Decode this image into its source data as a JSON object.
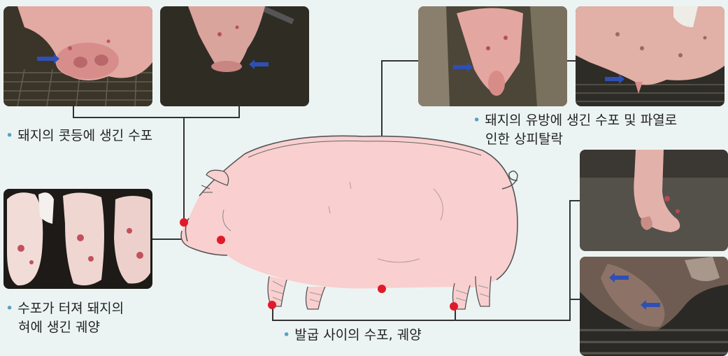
{
  "colors": {
    "background": "#ecf4f3",
    "bullet": "#57a1c8",
    "marker": "#e01a2a",
    "arrow": "#2f4fb5",
    "pig_fill": "#f9cfcf"
  },
  "bullet_glyph": "•",
  "captions": {
    "snout": "돼지의 콧등에 생긴 수포",
    "udder_line1": "돼지의 유방에 생긴 수포 및 파열로",
    "udder_line2": "인한 상피탈락",
    "tongue_line1": "수포가 터져 돼지의",
    "tongue_line2": "혀에 생긴 궤양",
    "hoof": "발굽 사이의 수포, 궤양"
  },
  "photos": [
    {
      "name": "snout-photo-1",
      "icon": "snout-blister-photo"
    },
    {
      "name": "snout-photo-2",
      "icon": "snout-blister-photo"
    },
    {
      "name": "tongue-photo",
      "icon": "tongue-ulcer-photo"
    },
    {
      "name": "udder-photo-1",
      "icon": "udder-blister-photo"
    },
    {
      "name": "udder-photo-2",
      "icon": "udder-blister-photo"
    },
    {
      "name": "hoof-photo-1",
      "icon": "hoof-blister-photo"
    },
    {
      "name": "hoof-photo-2",
      "icon": "hoof-ulcer-photo"
    }
  ]
}
